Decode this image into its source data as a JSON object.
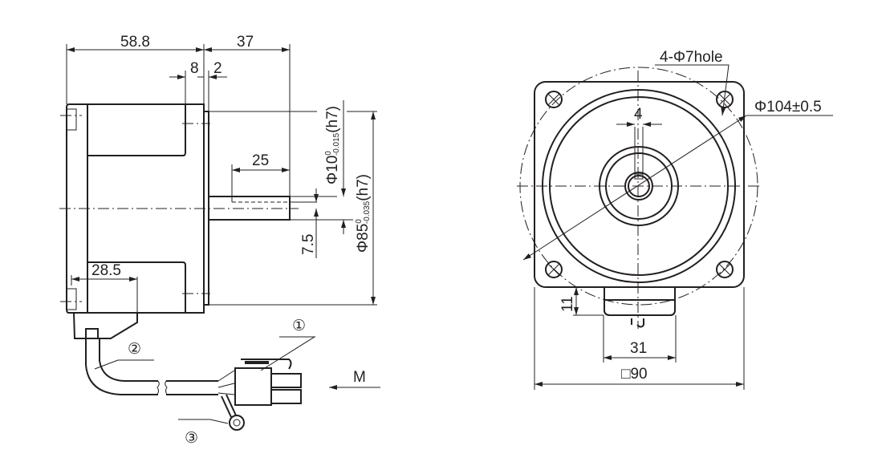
{
  "side_view": {
    "dim_overall_body": "58.8",
    "dim_shaft_total": "37",
    "dim_flange_step": "8",
    "dim_flange_thickness": "2",
    "dim_shaft_key": "25",
    "dim_key_offset": "7.5",
    "dim_cable_exit": "28.5",
    "shaft_dia": {
      "prefix": "Φ10",
      "upper": "0",
      "lower": "-0.015",
      "tol": "(h7)"
    },
    "pilot_dia": {
      "prefix": "Φ85",
      "upper": "0",
      "lower": "-0.035",
      "tol": "(h7)"
    }
  },
  "cable": {
    "callout_1": "①",
    "callout_2": "②",
    "callout_3": "③",
    "view_label": "M"
  },
  "front_view": {
    "holes_label": "4-Φ7hole",
    "pcd_label": "Φ104±0.5",
    "key_width": "4",
    "box_height": "11",
    "box_width": "31",
    "square_size": "□90"
  },
  "colors": {
    "line": "#231f20",
    "background": "#ffffff"
  }
}
